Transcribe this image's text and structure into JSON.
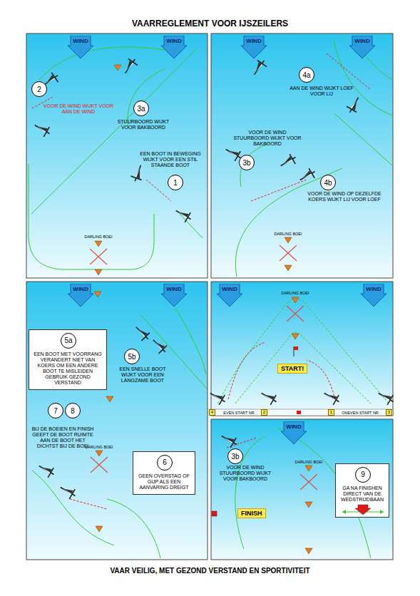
{
  "diagram": {
    "title": "VAARREGLEMENT VOOR IJSZEILERS",
    "caption": "VAAR VEILIG, MET GEZOND VERSTAND EN SPORTIVITEIT",
    "nodes": [
      {
        "text": [
          "WIND"
        ]
      },
      {
        "text": [
          "WIND"
        ]
      },
      {
        "text": [
          "2"
        ]
      },
      {
        "text": [
          "3a"
        ]
      },
      {
        "text": [
          "1"
        ]
      },
      {
        "text": [
          "WIND"
        ]
      },
      {
        "text": [
          "WIND"
        ]
      },
      {
        "text": [
          "4a"
        ]
      },
      {
        "text": [
          "3b"
        ]
      },
      {
        "text": [
          "4b"
        ]
      },
      {
        "text": [
          "WIND"
        ]
      },
      {
        "text": [
          "WIND"
        ]
      },
      {
        "text": [
          "EEN BOOT MET VOORRANG VERANDERT NIET VAN KOERS OM EEN ANDERE BOOT TE MISLEIDEN GEBRUIK GEZOND VERSTAND"
        ]
      },
      {
        "text": [
          "5a"
        ],
        "in": 12
      },
      {
        "text": [
          "5b"
        ]
      },
      {
        "text": [
          "7"
        ]
      },
      {
        "text": [
          "8"
        ]
      },
      {
        "text": [
          "GEEN OVERSTAG OF GIJP ALS EEN AANVARING DREIGT"
        ]
      },
      {
        "text": [
          "6"
        ],
        "in": 17
      },
      {
        "text": [
          "WIND"
        ]
      },
      {
        "text": [
          "WIND"
        ]
      },
      {
        "text": [
          "START!"
        ]
      },
      {
        "text": [
          "WIND"
        ]
      },
      {
        "text": [
          "3b"
        ]
      },
      {
        "text": [
          "FINISH"
        ]
      },
      {
        "text": [
          "GA NA FINISHEN DIRECT VAN DE WEDSTRIJDBAAN"
        ]
      },
      {
        "text": [
          "9"
        ],
        "in": 25
      },
      {
        "text": [
          "4"
        ]
      },
      {
        "text": [
          "2"
        ]
      },
      {
        "text": [
          "1"
        ]
      },
      {
        "text": [
          "3"
        ]
      }
    ],
    "labels": [
      "VOOR DE WIND WIJKT VOOR AAN DE WIND",
      "STUURBOORD WIJKT VOOR BAKBOORD",
      "EEN BOOT IN BEWEGING WIJKT VOOR EEN STIL STAANDE BOOT",
      "DARLING BOEI",
      "AAN DE WIND WIJKT LOEF VOOR LIJ",
      "VOOR DE WIND STUURBOORD WIJKT VOOR BAKBOORD",
      "VOOR DE WIND OP DEZELFDE KOERS WIJKT LIJ VOOR LOEF",
      "DARLING BOEI",
      "EEN SNELLE BOOT WIJKT VOOR EEN LANGZAME BOOT",
      "BIJ DE BOEIEN EN FINISH GEEFT DE BOOT RUIMTE AAN DE BOOT HET DICHTST BIJ DE BOEI",
      "DARLING BOEI",
      "DARLING BOEI",
      "EVEN START NR",
      "ONEVEN START NR",
      "VOOR DE WIND STUURBOORD WIJKT VOOR BAKBOORD",
      "DARLING BOEI"
    ]
  }
}
